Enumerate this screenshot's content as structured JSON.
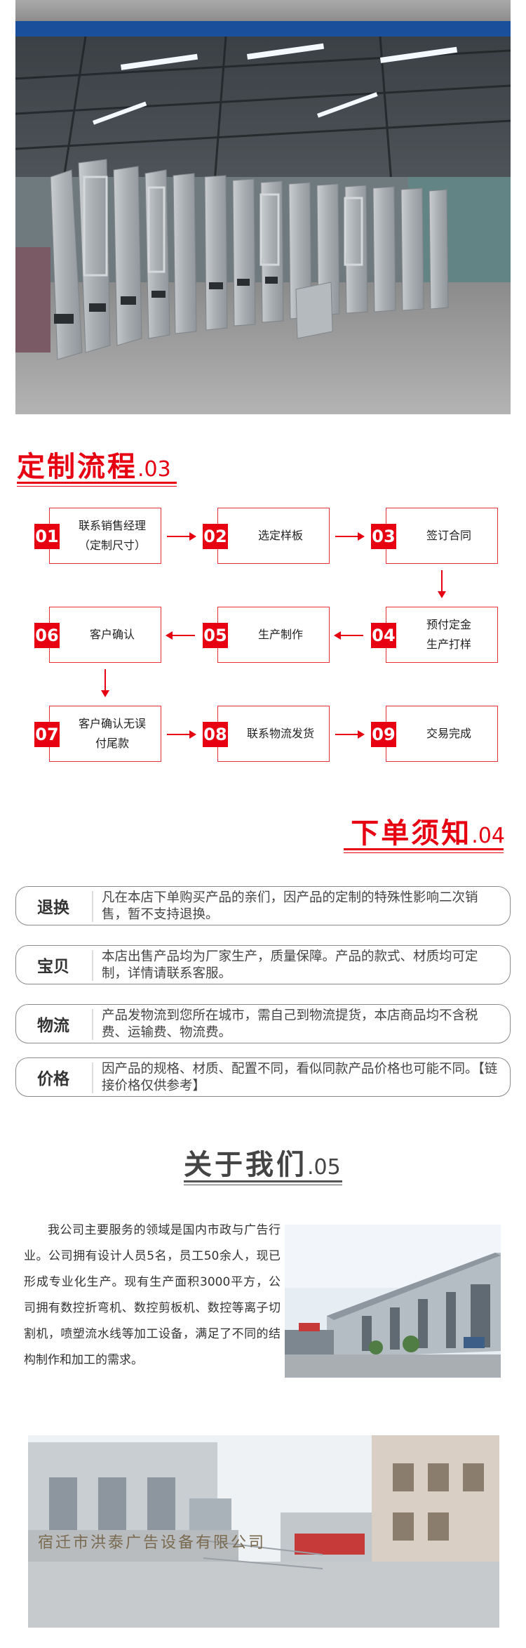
{
  "process": {
    "title": "定制流程",
    "num": ".03",
    "steps": [
      {
        "num": "01",
        "text": "联系销售经理\n（定制尺寸）"
      },
      {
        "num": "02",
        "text": "选定样板"
      },
      {
        "num": "03",
        "text": "签订合同"
      },
      {
        "num": "04",
        "text": "预付定金\n生产打样"
      },
      {
        "num": "05",
        "text": "生产制作"
      },
      {
        "num": "06",
        "text": "客户确认"
      },
      {
        "num": "07",
        "text": "客户确认无误\n付尾款"
      },
      {
        "num": "08",
        "text": "联系物流发货"
      },
      {
        "num": "09",
        "text": "交易完成"
      }
    ]
  },
  "notice": {
    "title": "下单须知",
    "num": ".04",
    "items": [
      {
        "label": "退换",
        "text": "凡在本店下单购买产品的亲们，因产品的定制的特殊性影响二次销售，暂不支持退换。"
      },
      {
        "label": "宝贝",
        "text": "本店出售产品均为厂家生产，质量保障。产品的款式、材质均可定制，详情请联系客服。"
      },
      {
        "label": "物流",
        "text": "产品发物流到您所在城市，需自己到物流提货，本店商品均不含税费、运输费、物流费。"
      },
      {
        "label": "价格",
        "text": "因产品的规格、材质、配置不同，看似同款产品价格也可能不同。【链接价格仅供参考】"
      }
    ]
  },
  "about": {
    "title": "关于我们",
    "num": ".05",
    "text": "我公司主要服务的领域是国内市政与广告行业。公司拥有设计人员5名，员工50余人，现已形成专业化生产。现有生产面积3000平方，公司拥有数控折弯机、数控剪板机、数控等离子切割机，喷塑流水线等加工设备，满足了不同的结构制作和加工的需求。",
    "sign": "宿迁市洪泰广告设备有限公司"
  },
  "colors": {
    "accent": "#e60012",
    "blue_band": "#1a4f9c"
  }
}
